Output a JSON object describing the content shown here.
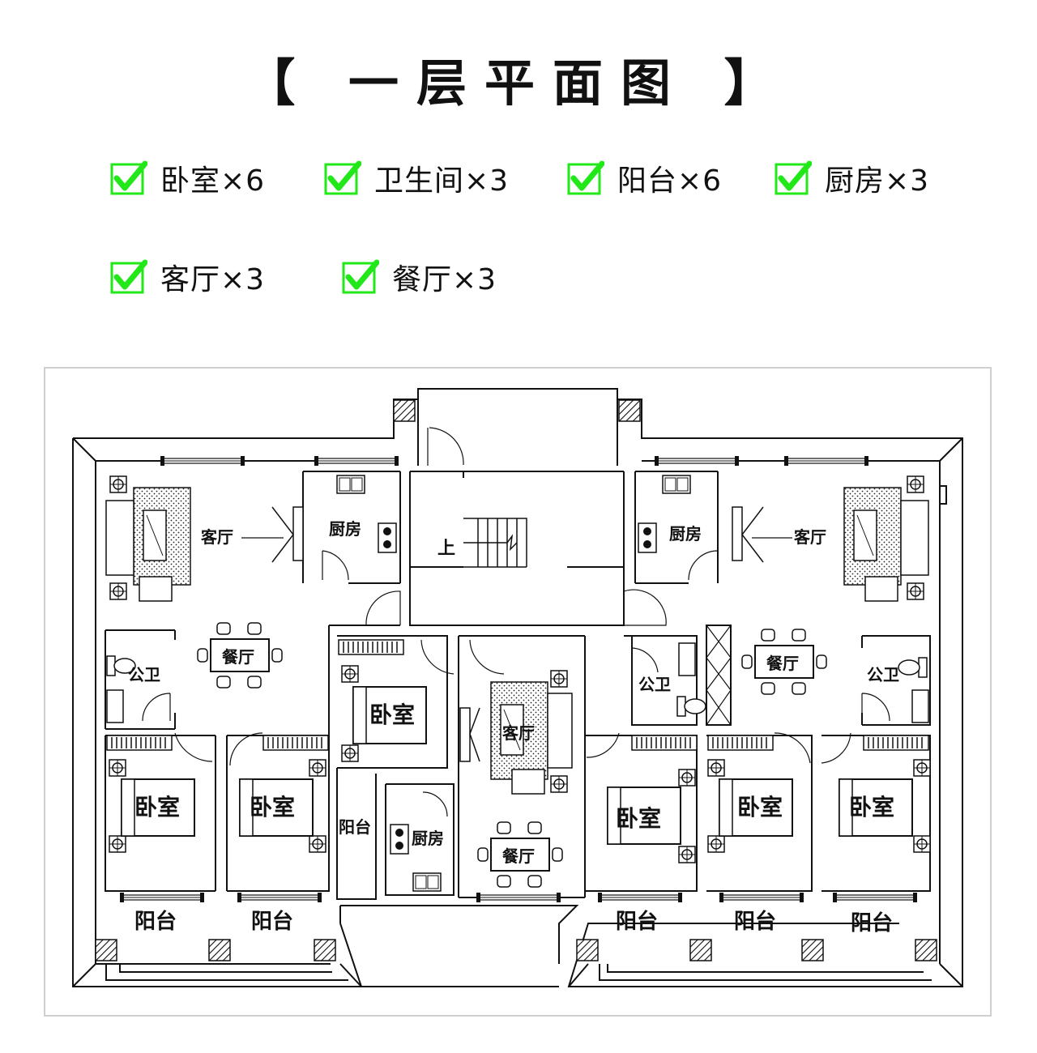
{
  "title": "【 一层平面图 】",
  "accent_color": "#22e81a",
  "summary": [
    {
      "label": "卧室×6",
      "icon": "checkbox-check-icon"
    },
    {
      "label": "卫生间×3",
      "icon": "checkbox-check-icon"
    },
    {
      "label": "阳台×6",
      "icon": "checkbox-check-icon"
    },
    {
      "label": "厨房×3",
      "icon": "checkbox-check-icon"
    },
    {
      "label": "客厅×3",
      "icon": "checkbox-check-icon"
    },
    {
      "label": "餐厅×3",
      "icon": "checkbox-check-icon"
    }
  ],
  "plan": {
    "stair_label": "上",
    "rooms": {
      "living_left": "客厅",
      "living_right": "客厅",
      "living_center": "客厅",
      "kitchen_left": "厨房",
      "kitchen_right": "厨房",
      "kitchen_center": "厨房",
      "dining_left": "餐厅",
      "dining_right": "餐厅",
      "dining_center": "餐厅",
      "bath_left": "公卫",
      "bath_center": "公卫",
      "bath_right": "公卫",
      "bed_center_top": "卧室",
      "bed_left_1": "卧室",
      "bed_left_2": "卧室",
      "bed_center_low": "卧室",
      "bed_right_1": "卧室",
      "bed_right_2": "卧室",
      "balcony_center": "阳台",
      "balcony_left_1": "阳台",
      "balcony_left_2": "阳台",
      "balcony_right_1": "阳台",
      "balcony_right_2": "阳台",
      "balcony_right_3": "阳台"
    }
  }
}
